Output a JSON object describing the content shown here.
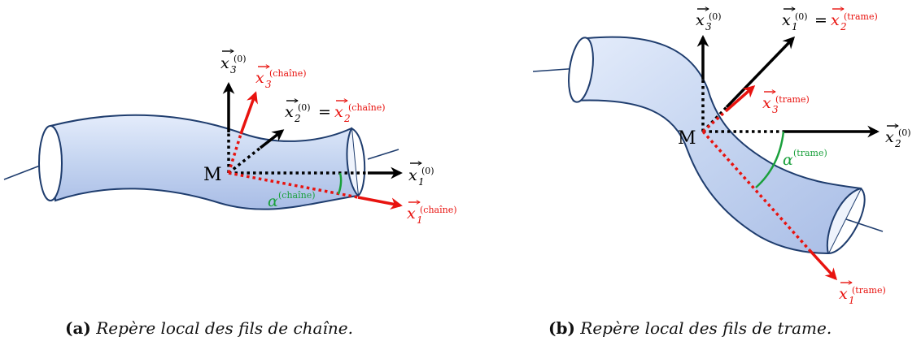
{
  "panel_a": {
    "point": "M",
    "x3_0": "x",
    "x3_0_idx": "3",
    "x3_0_sup": "(0)",
    "x3_c": "x",
    "x3_c_idx": "3",
    "x3_c_sup": "(chaîne)",
    "x2_0": "x",
    "x2_0_idx": "2",
    "x2_0_sup": "(0)",
    "equals": "=",
    "x2_c": "x",
    "x2_c_idx": "2",
    "x2_c_sup": "(chaîne)",
    "x1_0": "x",
    "x1_0_idx": "1",
    "x1_0_sup": "(0)",
    "x1_c": "x",
    "x1_c_idx": "1",
    "x1_c_sup": "(chaîne)",
    "alpha": "α",
    "alpha_sup": "(chaîne)",
    "caption_tag": "(a)",
    "caption_text": "Repère local des fils de chaîne."
  },
  "panel_b": {
    "point": "M",
    "x3_0": "x",
    "x3_0_idx": "3",
    "x3_0_sup": "(0)",
    "x1_0": "x",
    "x1_0_idx": "1",
    "x1_0_sup": "(0)",
    "equals": "=",
    "x2_t": "x",
    "x2_t_idx": "2",
    "x2_t_sup": "(trame)",
    "x3_t": "x",
    "x3_t_idx": "3",
    "x3_t_sup": "(trame)",
    "x2_0": "x",
    "x2_0_idx": "2",
    "x2_0_sup": "(0)",
    "alpha": "α",
    "alpha_sup": "(trame)",
    "x1_t": "x",
    "x1_t_idx": "1",
    "x1_t_sup": "(trame)",
    "caption_tag": "(b)",
    "caption_text": "Repère local des fils de trame."
  },
  "colors": {
    "tube_fill": "#c4d4f0",
    "tube_stroke": "#1f3d6e",
    "reference_axes": "#000000",
    "local_axes": "#e8130f",
    "angle": "#1aa03c"
  }
}
